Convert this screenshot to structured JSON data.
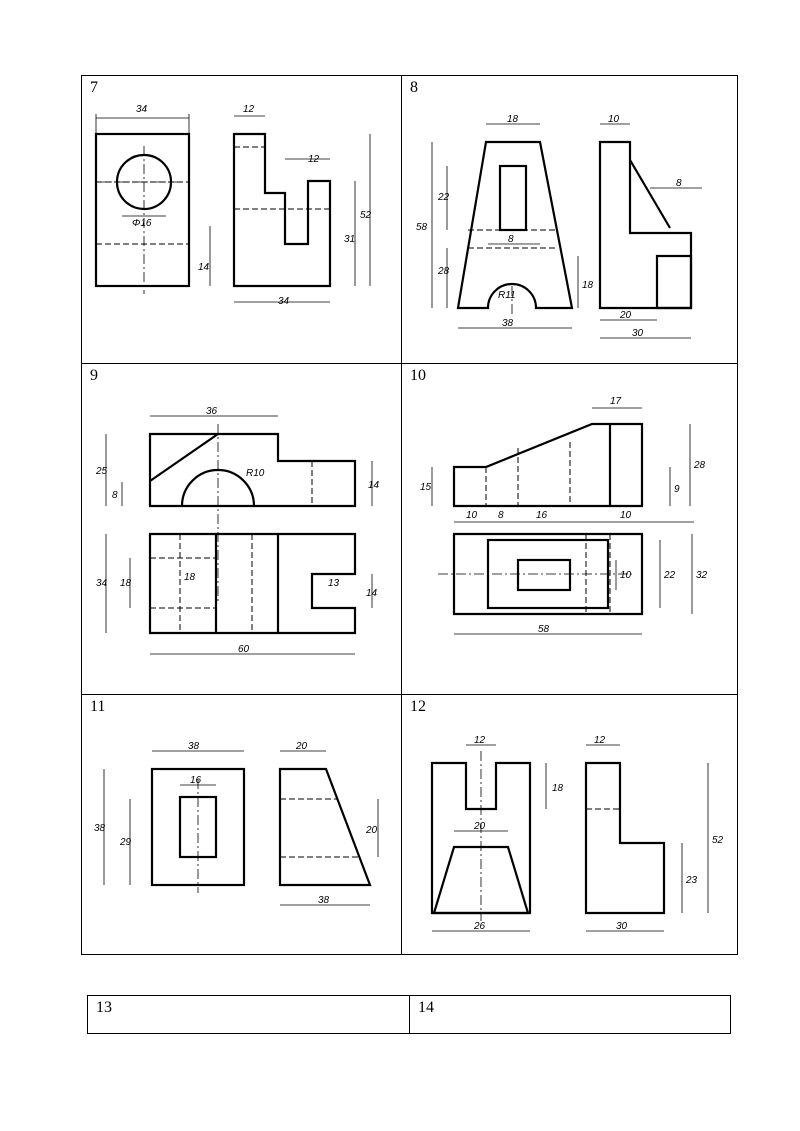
{
  "cells": [
    {
      "number": "7"
    },
    {
      "number": "8"
    },
    {
      "number": "9"
    },
    {
      "number": "10"
    },
    {
      "number": "11"
    },
    {
      "number": "12"
    }
  ],
  "dims": {
    "d7": [
      "34",
      "12",
      "12",
      "Φ16",
      "14",
      "31",
      "52",
      "34"
    ],
    "d8": [
      "18",
      "10",
      "22",
      "58",
      "8",
      "8",
      "28",
      "18",
      "R11",
      "38",
      "20",
      "30"
    ],
    "d9": [
      "36",
      "25",
      "8",
      "R10",
      "14",
      "34",
      "18",
      "18",
      "13",
      "14",
      "60"
    ],
    "d10": [
      "17",
      "15",
      "28",
      "9",
      "10",
      "8",
      "16",
      "10",
      "10",
      "22",
      "32",
      "58"
    ],
    "d11": [
      "38",
      "16",
      "38",
      "29",
      "20",
      "20",
      "38"
    ],
    "d12": [
      "12",
      "12",
      "18",
      "20",
      "52",
      "23",
      "26",
      "30"
    ]
  },
  "table2": {
    "c13": "13",
    "c14": "14"
  }
}
